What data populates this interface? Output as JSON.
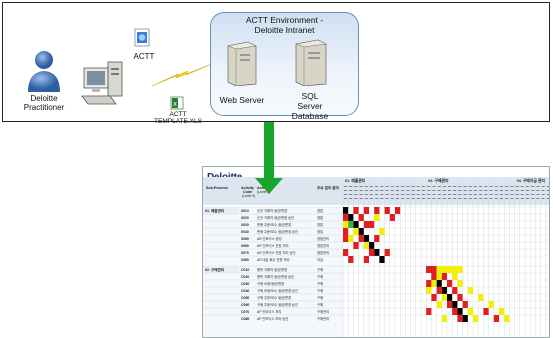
{
  "top": {
    "practitioner_label_1": "Deloitte",
    "practitioner_label_2": "Practitioner",
    "actt_label": "ACTT",
    "template_label_1": "ACTT",
    "template_label_2": "TEMPLATE.XLS",
    "env_title_1": "ACTT Environment -",
    "env_title_2": "Deloitte Intranet",
    "web_server_label": "Web Server",
    "sql_label_1": "SQL",
    "sql_label_2": "Server",
    "sql_label_3": "Database"
  },
  "colors": {
    "arrow": "#19a52a",
    "lightning": "#f2d800",
    "person": "#3f6fb0",
    "matrix_black": "#000000",
    "matrix_red": "#e02020",
    "matrix_yellow": "#f3f000",
    "matrix_green": "#3cb043"
  },
  "sheet": {
    "logo": "Deloitte",
    "logo_dot": ".",
    "col_group_1": "01. 매출관리",
    "col_group_2": "02. 구매관리",
    "col_group_3": "03. 구매지급 관리",
    "header_process": "Sub-Process",
    "header_code_1": "Activity",
    "header_code_2": "Code",
    "header_code_3": "(Level 3)",
    "header_activity_1": "Activity",
    "header_activity_2": "(Level 3)",
    "header_role": "주요 업무 분야",
    "group_1": "01. 매출관리",
    "group_2": "02. 구매관리",
    "rows": [
      {
        "code": "0010",
        "name": "신규 거래처 생성/변경",
        "role": "영업"
      },
      {
        "code": "0020",
        "name": "신규 거래처 생성/변경 승인",
        "role": "영업"
      },
      {
        "code": "0030",
        "name": "판매 주문/보수 생성/변경",
        "role": "영업"
      },
      {
        "code": "0040",
        "name": "판매 주문/보수 생성/변경 승인",
        "role": "영업"
      },
      {
        "code": "0050",
        "name": "AR 인보이스 생성",
        "role": "영업관리"
      },
      {
        "code": "0060",
        "name": "AR 인보이스 전표 처리",
        "role": "영업관리"
      },
      {
        "code": "0070",
        "name": "AR 인보이스 전표 처리 승인",
        "role": "영업관리"
      },
      {
        "code": "0080",
        "name": "AR 대금 회수 전표 처리",
        "role": "자금"
      },
      {
        "code": "C010",
        "name": "협력 거래처 생성/변경",
        "role": "구매"
      },
      {
        "code": "C020",
        "name": "협력 거래처 생성/변경 승인",
        "role": "구매"
      },
      {
        "code": "C030",
        "name": "구매 요청/생성/변경",
        "role": "구매"
      },
      {
        "code": "C040",
        "name": "구매 요청/보수 생성/변경 승인",
        "role": "구매"
      },
      {
        "code": "C050",
        "name": "구매 주문/보수 생성/변경",
        "role": "구매"
      },
      {
        "code": "C060",
        "name": "구매 주문/보수 생성/변경 승인",
        "role": "구매"
      },
      {
        "code": "C070",
        "name": "AP 인보이스 처리",
        "role": "구매관리"
      },
      {
        "code": "C080",
        "name": "AP 인보이스 처리 승인",
        "role": "구매관리"
      }
    ]
  }
}
